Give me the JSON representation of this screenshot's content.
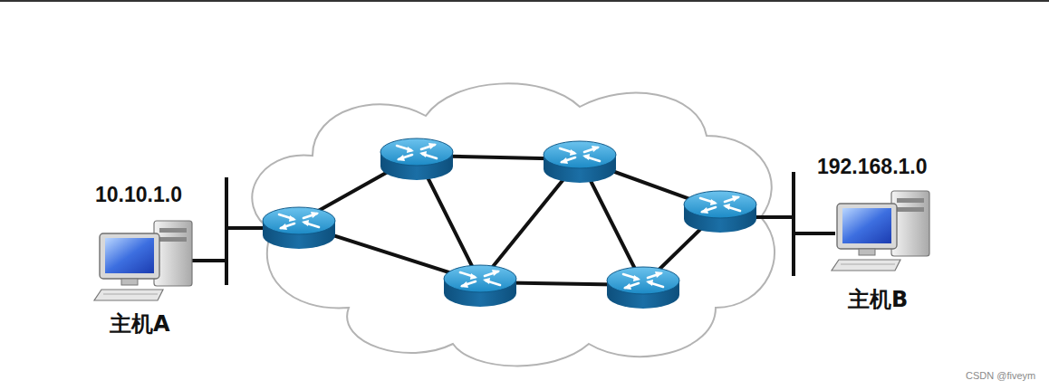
{
  "diagram": {
    "labels": [
      "10.10.1.0",
      "192.168.1.0",
      "主机A",
      "主机B",
      "CSDN @fiveym"
    ]
  }
}
